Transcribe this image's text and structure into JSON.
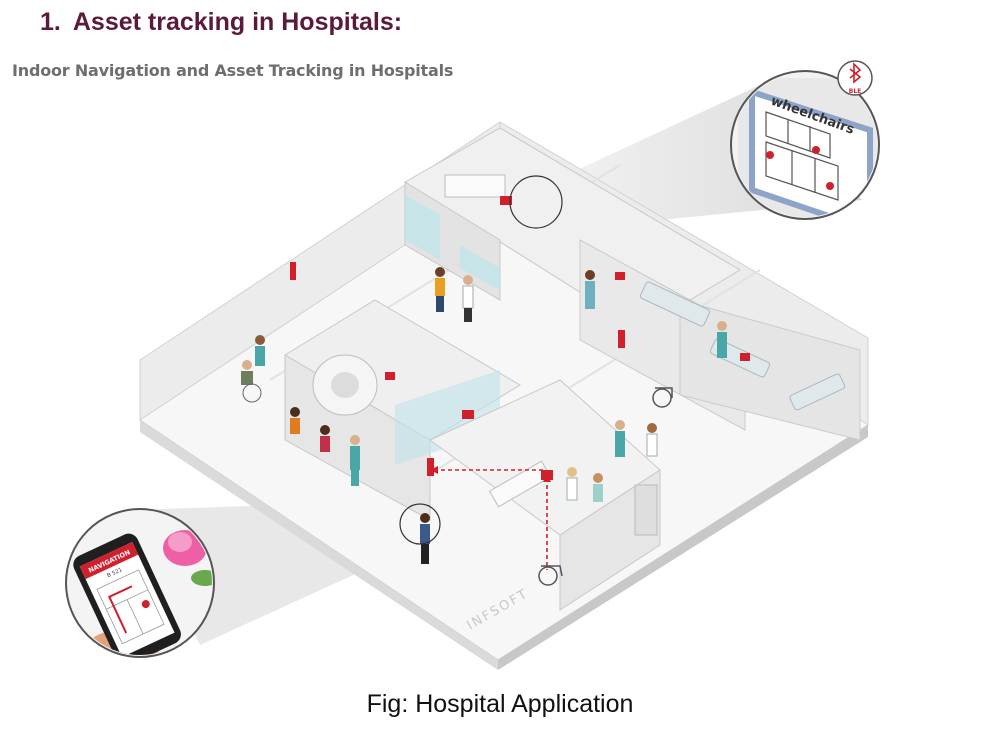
{
  "heading": {
    "number": "1.",
    "text": "Asset tracking in Hospitals:"
  },
  "subtitle": "Indoor Navigation and Asset Tracking in Hospitals",
  "callout_top": {
    "label": "wheelchairs",
    "badge": "BLE",
    "icon": "bluetooth-icon"
  },
  "callout_bottom": {
    "screen_title": "NAVIGATION",
    "screen_sub": "B 521",
    "icon": "location-pin-icon"
  },
  "watermark": "INFSOFT",
  "caption": "Fig: Hospital Application",
  "colors": {
    "heading": "#5b1a3c",
    "accent_red": "#d0202e",
    "nurse_teal": "#4aa7a7"
  }
}
